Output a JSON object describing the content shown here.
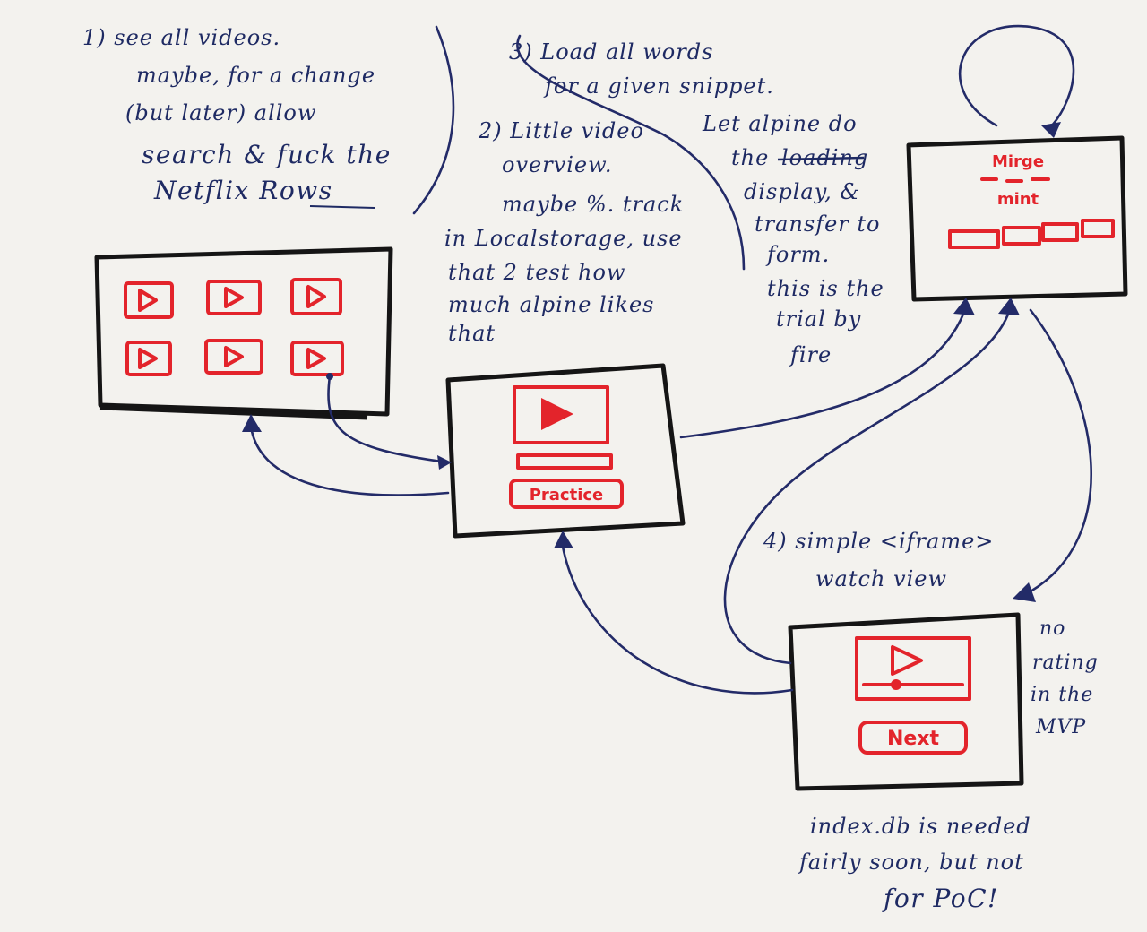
{
  "notes": {
    "n1": [
      "1) see all videos.",
      "maybe, for a change",
      "(but later) allow",
      "search & fuck the",
      "Netflix Rows"
    ],
    "n2": [
      "2) Little video",
      "overview.",
      "maybe %. track",
      "in Localstorage, use",
      "that 2 test how",
      "much alpine likes",
      "that"
    ],
    "n3": [
      "3) Load all words",
      "for a given snippet.",
      "Let alpine do",
      "the",
      "loading",
      "display, &",
      "transfer to",
      "form.",
      "this is the",
      "trial by",
      "fire"
    ],
    "n4": [
      "4) simple <iframe>",
      "watch view"
    ],
    "side": [
      "no",
      "rating",
      "in the",
      "MVP"
    ],
    "bottom": [
      "index.db is needed",
      "fairly soon, but not",
      "for PoC!"
    ]
  },
  "screens": {
    "practice": {
      "button_label": "Practice"
    },
    "watch": {
      "button_label": "Next"
    },
    "merge": {
      "title_line1": "Mirge",
      "title_line2": "mint"
    }
  },
  "colors": {
    "ink_blue": "#232b68",
    "marker_red": "#e3242b",
    "marker_black": "#151515",
    "paper": "#f3f2ee"
  }
}
